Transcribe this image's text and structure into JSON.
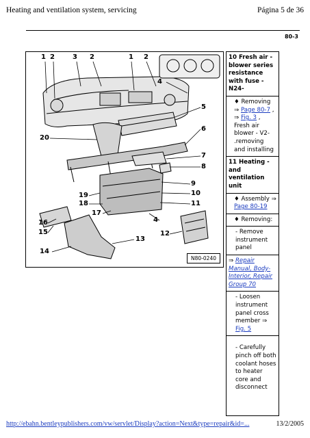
{
  "header": {
    "title": "Heating and ventilation system, servicing",
    "page": "Página 5 de 36"
  },
  "section": "80-3",
  "figure": {
    "id": "N80-0240",
    "callouts": [
      "1",
      "2",
      "3",
      "2",
      "1",
      "2",
      "4",
      "5",
      "6",
      "20",
      "7",
      "8",
      "9",
      "10",
      "11",
      "19",
      "18",
      "17",
      "16",
      "15",
      "4",
      "12",
      "13",
      "14"
    ]
  },
  "sidebar": {
    "item10": {
      "title": "10 Fresh air - blower series resistance with fuse - N24-"
    },
    "removing1": {
      "bullet": "♦",
      "text": "Removing",
      "arrow": "⇒",
      "link1": "Page 80-7",
      "sep": " , ",
      "arrow2": "⇒",
      "link2": "Fig. 3",
      "rest": ", Fresh air blower - V2- .removing and installing"
    },
    "item11": {
      "title": "11 Heating - and ventilation unit"
    },
    "assembly": {
      "bullet": "♦",
      "text": "Assembly",
      "arrow": "⇒",
      "link": "Page 80-19"
    },
    "removing2": {
      "bullet": "♦",
      "text": "Removing:"
    },
    "remove_panel": "- Remove instrument panel",
    "repair": {
      "arrow": "⇒",
      "link": "Repair Manual, Body-Interior, Repair Group 70"
    },
    "loosen": {
      "text": "- Loosen instrument panel cross member",
      "arrow": "⇒",
      "link": "Fig. 5"
    },
    "pinch": {
      "dash": "-",
      "text": "Carefully pinch off both coolant hoses to heater core and disconnect"
    }
  },
  "footer": {
    "url": "http://ebahn.bentleypublishers.com/vw/servlet/Display?action=Next&type=repair&id=...",
    "date": "13/2/2005"
  }
}
